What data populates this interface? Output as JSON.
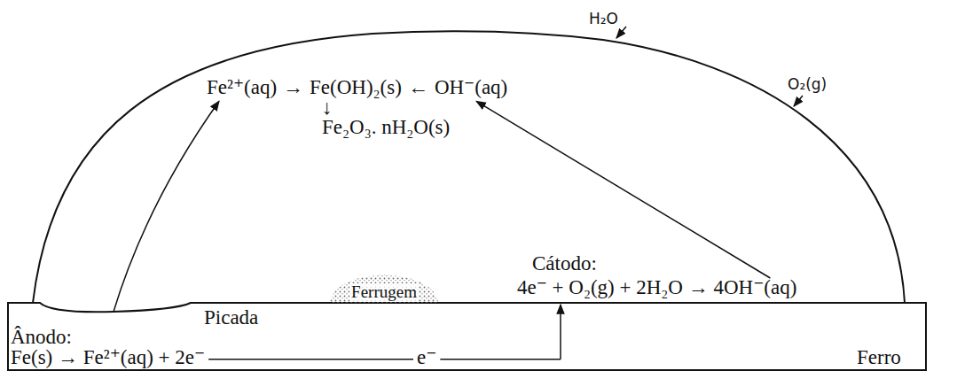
{
  "diagram": {
    "nodes": [
      {
        "text": [
          "Picada",
          "Ânodo:",
          "Fe(s) → Fe²⁺(aq) + 2e⁻",
          "e⁻",
          "Ferro"
        ]
      },
      {
        "text": [
          "Ferrugem"
        ]
      }
    ],
    "labels": [
      "H₂O",
      "O₂(g)",
      "Fe²⁺(aq)",
      "→",
      "Fe(OH)₂(s)",
      "←",
      "OH⁻(aq)",
      "↓",
      "Fe₂O₃. nH₂O(s)",
      "Cátodo:",
      "4e⁻ + O₂(g) + 2H₂O → 4OH⁻(aq)"
    ]
  }
}
